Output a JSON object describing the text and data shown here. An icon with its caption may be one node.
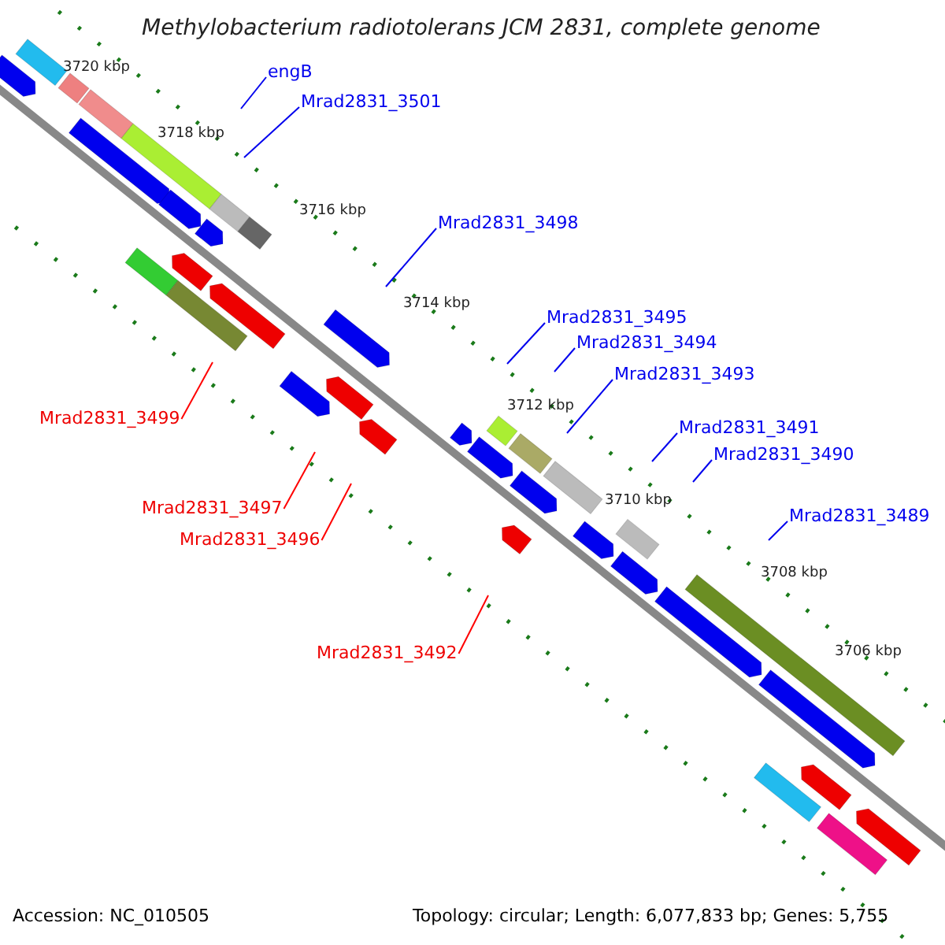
{
  "diagram": {
    "title": "Methylobacterium radiotolerans JCM 2831, complete genome",
    "nodes": [
      {
        "text": [
          "engB"
        ]
      },
      {
        "text": [
          "Mrad2831_3501"
        ]
      },
      {
        "text": [
          "Mrad2831_3498"
        ]
      },
      {
        "text": [
          "Mrad2831_3495"
        ]
      },
      {
        "text": [
          "Mrad2831_3494"
        ]
      },
      {
        "text": [
          "Mrad2831_3493"
        ]
      },
      {
        "text": [
          "Mrad2831_3491"
        ]
      },
      {
        "text": [
          "Mrad2831_3490"
        ]
      },
      {
        "text": [
          "Mrad2831_3489"
        ]
      },
      {
        "text": [
          "Mrad2831_3499"
        ]
      },
      {
        "text": [
          "Mrad2831_3497"
        ]
      },
      {
        "text": [
          "Mrad2831_3496"
        ]
      },
      {
        "text": [
          "Mrad2831_3492"
        ]
      }
    ],
    "edges": [
      {
        "from": 0,
        "to": null,
        "arrow": "none"
      },
      {
        "from": 1,
        "to": null,
        "arrow": "none"
      },
      {
        "from": 2,
        "to": null,
        "arrow": "none"
      },
      {
        "from": 3,
        "to": null,
        "arrow": "none"
      },
      {
        "from": 4,
        "to": null,
        "arrow": "none"
      },
      {
        "from": 5,
        "to": null,
        "arrow": "none"
      },
      {
        "from": 6,
        "to": null,
        "arrow": "none"
      },
      {
        "from": 7,
        "to": null,
        "arrow": "none"
      },
      {
        "from": 8,
        "to": null,
        "arrow": "none"
      },
      {
        "from": 9,
        "to": null,
        "arrow": "none",
        "color": "#ff0000"
      },
      {
        "from": 10,
        "to": null,
        "arrow": "none",
        "color": "#ff0000"
      },
      {
        "from": 11,
        "to": null,
        "arrow": "none",
        "color": "#ff0000"
      },
      {
        "from": 12,
        "to": null,
        "arrow": "none",
        "color": "#ff0000"
      }
    ],
    "labels": [
      "3720 kbp",
      "3718 kbp",
      "3716 kbp",
      "3714 kbp",
      "3712 kbp",
      "3710 kbp",
      "3708 kbp",
      "3706 kbp",
      "Accession: NC_010505",
      "Topology: circular; Length: 6,077,833 bp; Genes: 5,755"
    ]
  }
}
